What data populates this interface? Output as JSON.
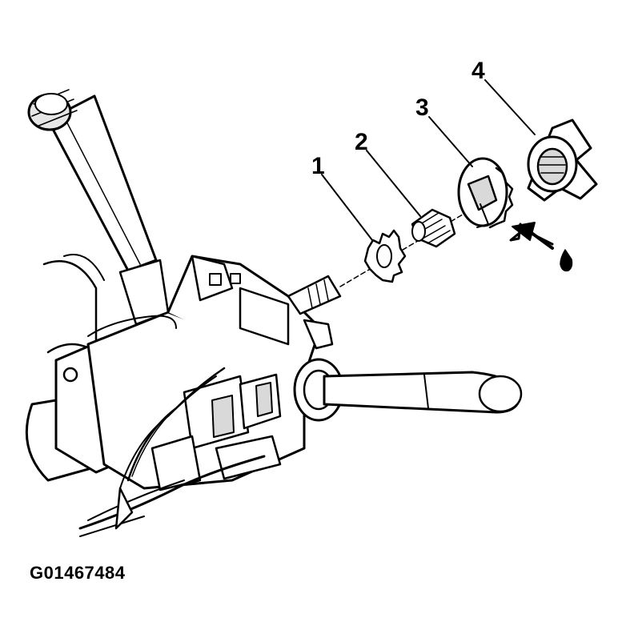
{
  "callouts": {
    "c1": "1",
    "c2": "2",
    "c3": "3",
    "c4": "4"
  },
  "figure_id": "G01467484",
  "colors": {
    "ink": "#000000",
    "fill_light": "#ffffff",
    "shade": "#d9d9d9"
  }
}
